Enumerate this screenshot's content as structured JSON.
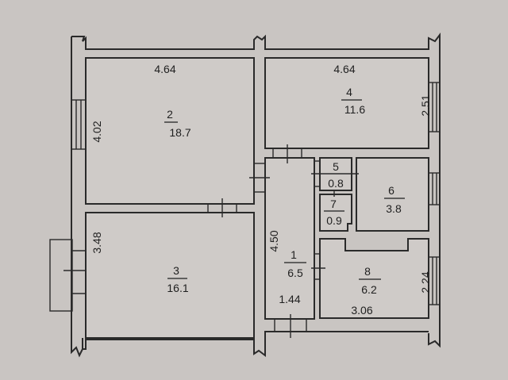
{
  "plan": {
    "background": "#c9c5c2",
    "line_color": "#2a2a2a",
    "rooms": [
      {
        "id": "1",
        "number": "1",
        "area": "6.5"
      },
      {
        "id": "2",
        "number": "2",
        "area": "18.7"
      },
      {
        "id": "3",
        "number": "3",
        "area": "16.1"
      },
      {
        "id": "4",
        "number": "4",
        "area": "11.6"
      },
      {
        "id": "5",
        "number": "5",
        "area": "0.8"
      },
      {
        "id": "6",
        "number": "6",
        "area": "3.8"
      },
      {
        "id": "7",
        "number": "7",
        "area": "0.9"
      },
      {
        "id": "8",
        "number": "8",
        "area": "6.2"
      }
    ],
    "dimensions": {
      "room2_width": "4.64",
      "room2_height": "4.02",
      "room4_width": "4.64",
      "room4_height": "2.51",
      "room3_height": "3.48",
      "room1_length": "4.50",
      "room1_width": "1.44",
      "room8_height": "2.24",
      "room8_width": "3.06"
    }
  }
}
